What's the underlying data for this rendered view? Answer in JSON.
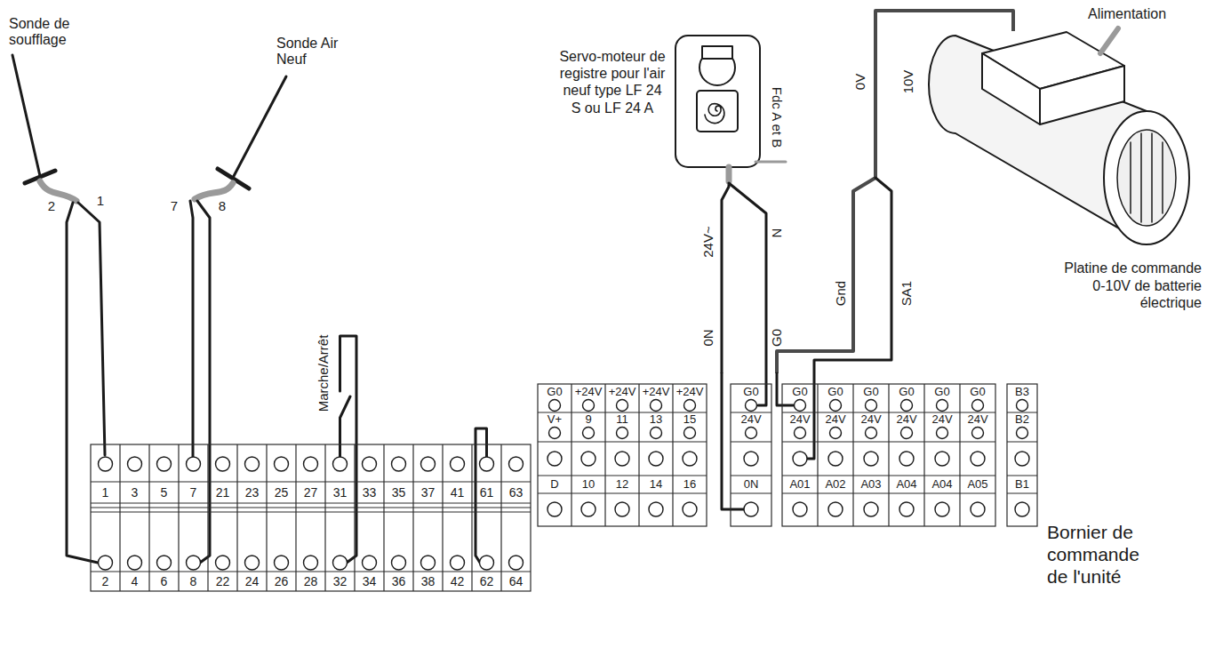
{
  "diagram": {
    "nodes": [
      {
        "text": [
          "Servo-moteur de registre pour l'air neuf type LF 24 S ou LF 24 A"
        ]
      },
      {
        "text": [
          "Platine de commande 0-10V de batterie électrique"
        ]
      },
      {
        "text": [
          "Bornier de commande de l'unité"
        ]
      }
    ],
    "edges": [
      {
        "from": 0,
        "to": 2,
        "arrow": "none"
      },
      {
        "from": 1,
        "to": 2,
        "arrow": "none"
      }
    ],
    "labels": [
      "Alimentation",
      "Fdc A et B",
      "Sonde de soufflage",
      "Sonde Air Neuf",
      "24V~",
      "N",
      "0V",
      "10V",
      "2",
      "1",
      "7",
      "8",
      "Marche/Arrêt",
      "0N",
      "G0",
      "Gnd",
      "SA1",
      "1",
      "3",
      "5",
      "7",
      "21",
      "23",
      "25",
      "27",
      "31",
      "33",
      "35",
      "37",
      "41",
      "61",
      "63",
      "2",
      "4",
      "6",
      "8",
      "22",
      "24",
      "26",
      "28",
      "32",
      "34",
      "36",
      "38",
      "42",
      "62",
      "64",
      "G0",
      "+24V",
      "+24V",
      "+24V",
      "+24V",
      "V+",
      "9",
      "11",
      "13",
      "15",
      "D",
      "10",
      "12",
      "14",
      "16",
      "G0",
      "24V",
      "0N",
      "G0",
      "G0",
      "G0",
      "G0",
      "G0",
      "G0",
      "24V",
      "24V",
      "24V",
      "24V",
      "24V",
      "24V",
      "A01",
      "A02",
      "A03",
      "A04",
      "A04",
      "A05",
      "B3",
      "B2",
      "B1"
    ]
  }
}
